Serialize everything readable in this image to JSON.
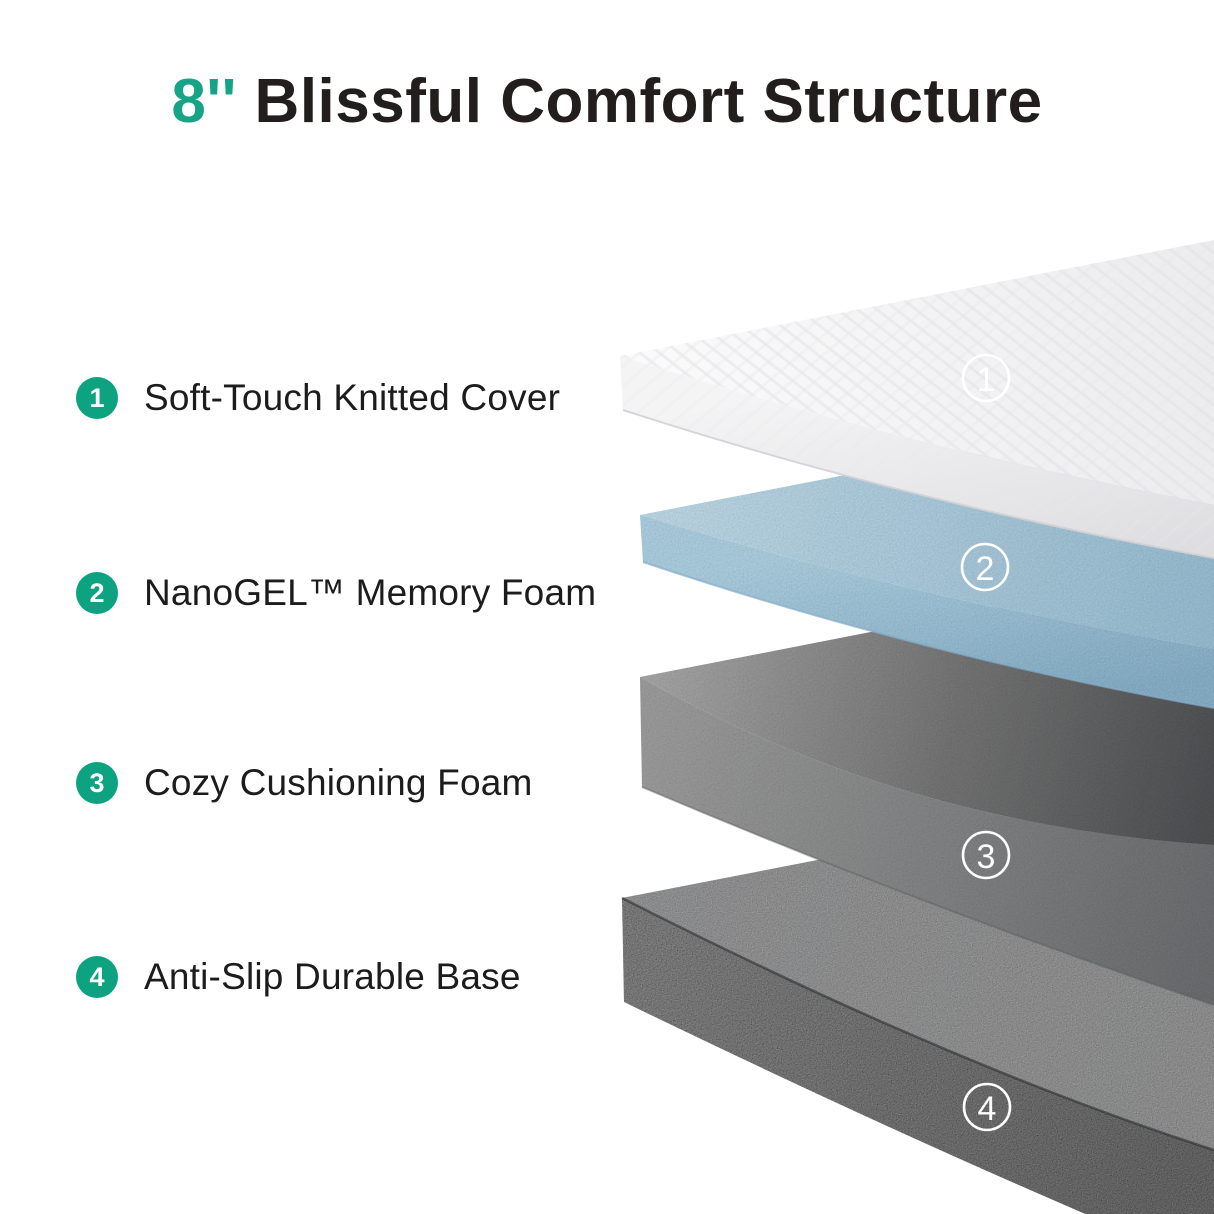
{
  "title": {
    "prefix": "8''",
    "text": " Blissful Comfort Structure"
  },
  "colors": {
    "accent": "#0da380",
    "title_accent": "#17a385",
    "title_text": "#221e1e",
    "label_text": "#1c1c1c",
    "badge_text": "#ffffff",
    "layer1_top": "#f4f4f5",
    "layer2_top": "#bfe0f3",
    "layer3_top": "#8f8f8f",
    "layer4_top": "#333538",
    "layer4_front": "#9d9d9d"
  },
  "layers": [
    {
      "num": "1",
      "label": "Soft-Touch Knitted Cover"
    },
    {
      "num": "2",
      "label": "NanoGEL™ Memory Foam"
    },
    {
      "num": "3",
      "label": "Cozy Cushioning Foam"
    },
    {
      "num": "4",
      "label": "Anti-Slip Durable Base"
    }
  ]
}
